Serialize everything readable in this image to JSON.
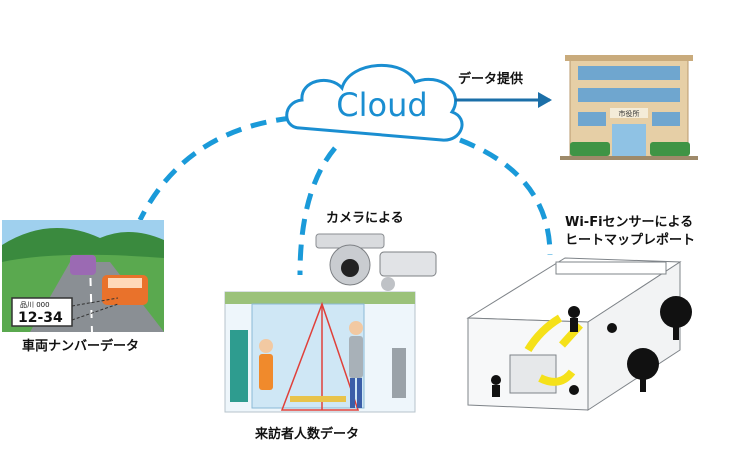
{
  "cloud": {
    "label": "Cloud"
  },
  "flows": {
    "provide": "データ提供"
  },
  "nodes": {
    "vehicle": {
      "caption": "車両ナンバーデータ",
      "plate_region": "品川 000",
      "plate_number": "12-34"
    },
    "camera": {
      "caption": "カメラによる"
    },
    "visitors": {
      "caption": "来訪者人数データ"
    },
    "wifi": {
      "caption_line1": "Wi-Fiセンサーによる",
      "caption_line2": "ヒートマップレポート"
    },
    "cityhall": {
      "sign": "市役所"
    }
  },
  "colors": {
    "link": "#1a9ad9",
    "arrow": "#1b6fa8",
    "cloud_stroke": "#1a8ed1",
    "heat": "#f5e11a"
  }
}
